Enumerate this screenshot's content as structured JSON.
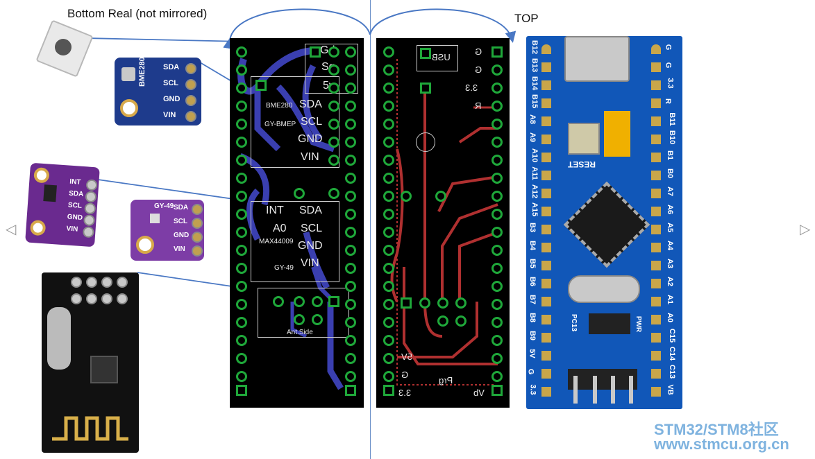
{
  "labels": {
    "bottom_title": "Bottom Real (not mirrored)",
    "top_title": "TOP"
  },
  "bottom_board": {
    "pad_labels": [
      "Gd",
      "Sg",
      "5v",
      "SDA",
      "SCL",
      "GND",
      "VIN",
      "INT",
      "SDA",
      "A0",
      "SCL",
      "GND",
      "VIN"
    ],
    "silk": [
      "BME280",
      "GY-BMEP",
      "MAX44009",
      "GY-49",
      "Ant.Side"
    ]
  },
  "top_board": {
    "silk": [
      "USB",
      "G",
      "G",
      "3.3",
      "R",
      "5V",
      "G",
      "3.3",
      "Prg",
      "Vb"
    ]
  },
  "bme280_module": {
    "chip": "BME280",
    "pins": [
      "SDA",
      "SCL",
      "GND",
      "VIN"
    ]
  },
  "max44009_module": {
    "pins": [
      "INT",
      "SDA",
      "SCL",
      "GND",
      "VIN"
    ]
  },
  "gy49_module": {
    "title": "GY-49",
    "pins": [
      "SDA",
      "SCL",
      "GND",
      "VIN"
    ]
  },
  "stm32_board": {
    "left_pins": [
      "B12",
      "B13",
      "B14",
      "B15",
      "A8",
      "A9",
      "A10",
      "A11",
      "A12",
      "A15",
      "B3",
      "B4",
      "B5",
      "B6",
      "B7",
      "B8",
      "B9",
      "5V",
      "G",
      "3.3"
    ],
    "right_pins": [
      "G",
      "G",
      "3.3",
      "R",
      "B11",
      "B10",
      "B1",
      "B0",
      "A7",
      "A6",
      "A5",
      "A4",
      "A3",
      "A2",
      "A1",
      "A0",
      "C15",
      "C14",
      "C13",
      "VB"
    ],
    "reset": "RESET",
    "pc13": "PC13",
    "pwr": "PWR"
  },
  "watermark": {
    "line1": "STM32/STM8社区",
    "line2": "www.stmcu.org.cn"
  },
  "nav": {
    "prev": "◁",
    "next": "▷"
  },
  "colors": {
    "pcb_bg": "#000000",
    "pad_green": "#1fa83a",
    "bottom_trace": "#3a3fb0",
    "top_trace": "#b03030",
    "arrow": "#4a78c4",
    "stm32_board": "#1157b8",
    "purple_module": "#6a2a8f",
    "bme_module": "#1e3b8c",
    "watermark": "#7fb3df"
  }
}
